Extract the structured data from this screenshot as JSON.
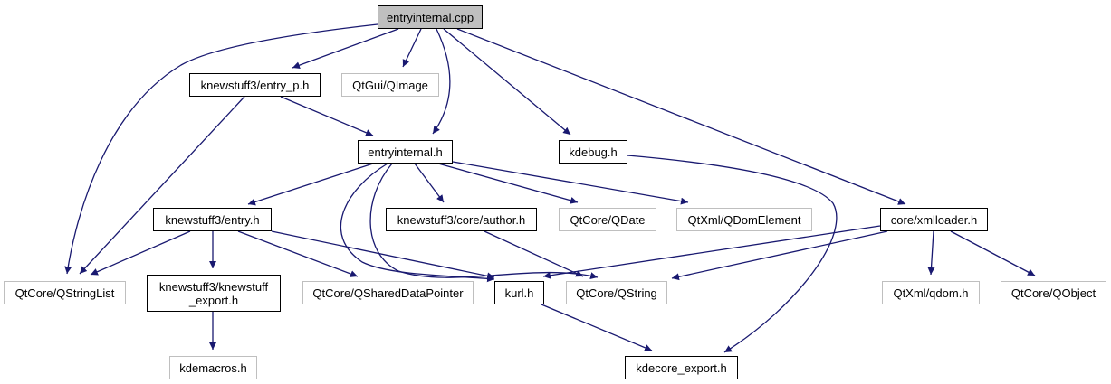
{
  "diagram": {
    "title": "entryinternal.cpp include dependency graph",
    "colors": {
      "edge": "#191970",
      "node_border": "#000000",
      "external_border": "#bfbfbf",
      "root_fill": "#bfbfbf"
    },
    "nodes": [
      {
        "id": "entryinternal_cpp",
        "label": "entryinternal.cpp",
        "kind": "root"
      },
      {
        "id": "entry_p_h",
        "label": "knewstuff3/entry_p.h",
        "kind": "documented"
      },
      {
        "id": "qimage",
        "label": "QtGui/QImage",
        "kind": "external"
      },
      {
        "id": "entryinternal_h",
        "label": "entryinternal.h",
        "kind": "documented"
      },
      {
        "id": "kdebug_h",
        "label": "kdebug.h",
        "kind": "documented"
      },
      {
        "id": "entry_h",
        "label": "knewstuff3/entry.h",
        "kind": "documented"
      },
      {
        "id": "author_h",
        "label": "knewstuff3/core/author.h",
        "kind": "documented"
      },
      {
        "id": "qdate",
        "label": "QtCore/QDate",
        "kind": "external"
      },
      {
        "id": "qdomelement",
        "label": "QtXml/QDomElement",
        "kind": "external"
      },
      {
        "id": "xmlloader_h",
        "label": "core/xmlloader.h",
        "kind": "documented"
      },
      {
        "id": "qstringlist",
        "label": "QtCore/QStringList",
        "kind": "external"
      },
      {
        "id": "knewstuff_export_h",
        "label": "knewstuff3/knewstuff\n_export.h",
        "kind": "documented"
      },
      {
        "id": "qshareddatapointer",
        "label": "QtCore/QSharedDataPointer",
        "kind": "external"
      },
      {
        "id": "kurl_h",
        "label": "kurl.h",
        "kind": "documented"
      },
      {
        "id": "qstring",
        "label": "QtCore/QString",
        "kind": "external"
      },
      {
        "id": "qdom_h",
        "label": "QtXml/qdom.h",
        "kind": "external"
      },
      {
        "id": "qobject",
        "label": "QtCore/QObject",
        "kind": "external"
      },
      {
        "id": "kdemacros_h",
        "label": "kdemacros.h",
        "kind": "external"
      },
      {
        "id": "kdecore_export_h",
        "label": "kdecore_export.h",
        "kind": "documented"
      }
    ],
    "edges": [
      {
        "from": "entryinternal_cpp",
        "to": "qstringlist"
      },
      {
        "from": "entryinternal_cpp",
        "to": "entry_p_h"
      },
      {
        "from": "entryinternal_cpp",
        "to": "qimage"
      },
      {
        "from": "entryinternal_cpp",
        "to": "entryinternal_h"
      },
      {
        "from": "entryinternal_cpp",
        "to": "kdebug_h"
      },
      {
        "from": "entryinternal_cpp",
        "to": "xmlloader_h"
      },
      {
        "from": "entry_p_h",
        "to": "qstringlist"
      },
      {
        "from": "entry_p_h",
        "to": "entryinternal_h"
      },
      {
        "from": "entryinternal_h",
        "to": "entry_h"
      },
      {
        "from": "entryinternal_h",
        "to": "kurl_h"
      },
      {
        "from": "entryinternal_h",
        "to": "qstring"
      },
      {
        "from": "entryinternal_h",
        "to": "author_h"
      },
      {
        "from": "entryinternal_h",
        "to": "qdate"
      },
      {
        "from": "entryinternal_h",
        "to": "qdomelement"
      },
      {
        "from": "kdebug_h",
        "to": "kdecore_export_h"
      },
      {
        "from": "entry_h",
        "to": "qstringlist"
      },
      {
        "from": "entry_h",
        "to": "knewstuff_export_h"
      },
      {
        "from": "entry_h",
        "to": "qshareddatapointer"
      },
      {
        "from": "entry_h",
        "to": "kurl_h"
      },
      {
        "from": "author_h",
        "to": "qstring"
      },
      {
        "from": "xmlloader_h",
        "to": "kurl_h"
      },
      {
        "from": "xmlloader_h",
        "to": "qstring"
      },
      {
        "from": "xmlloader_h",
        "to": "qdom_h"
      },
      {
        "from": "xmlloader_h",
        "to": "qobject"
      },
      {
        "from": "knewstuff_export_h",
        "to": "kdemacros_h"
      },
      {
        "from": "kurl_h",
        "to": "kdecore_export_h"
      }
    ]
  }
}
